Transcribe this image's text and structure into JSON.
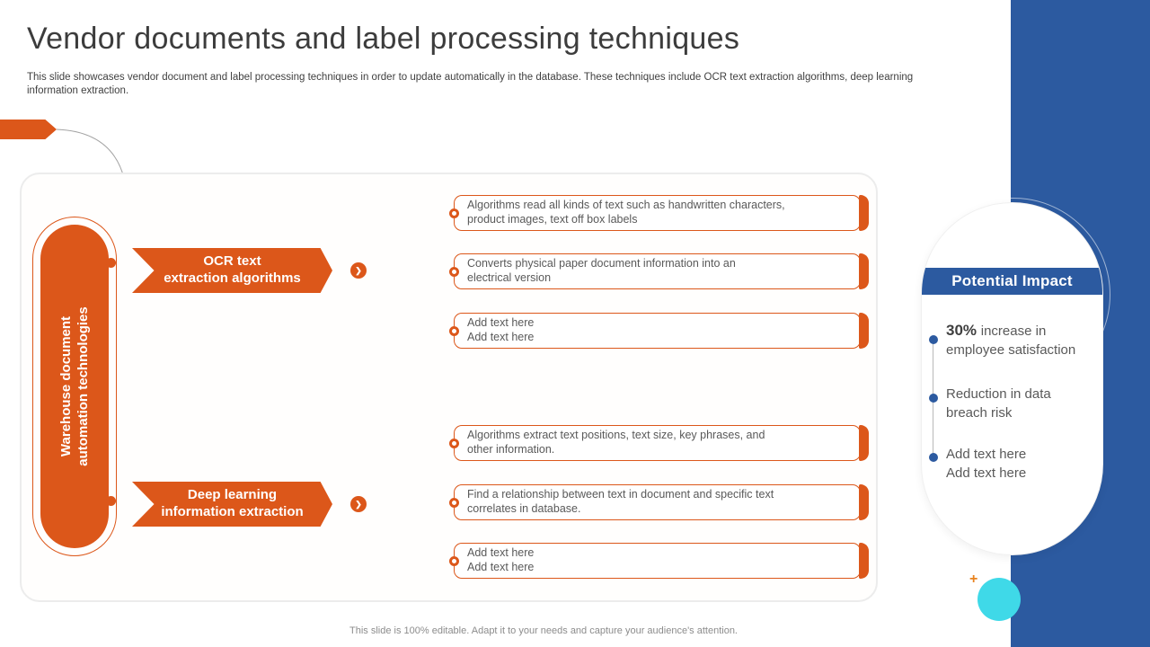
{
  "colors": {
    "orange": "#DC571A",
    "blue": "#2C5AA0",
    "cyan": "#3FD9E8"
  },
  "header": {
    "title": "Vendor documents and label processing techniques",
    "subtitle": "This slide showcases vendor document and label processing techniques in order to update automatically in the database. These techniques include OCR text extraction algorithms, deep learning\ninformation extraction."
  },
  "diagram": {
    "side_label": "Warehouse document\nautomation technologies",
    "groups": [
      {
        "label": "OCR text\nextraction algorithms",
        "boxes": [
          "Algorithms read all kinds of text such as handwritten characters,\nproduct images, text off box labels",
          "Converts physical paper document information into an\nelectrical version",
          "Add text here\nAdd text here"
        ]
      },
      {
        "label": "Deep learning\ninformation extraction",
        "boxes": [
          "Algorithms extract text positions, text size, key phrases, and\nother information.",
          "Find a relationship between text in document and specific text\ncorrelates in database.",
          "Add text here\nAdd text here"
        ]
      }
    ]
  },
  "impact": {
    "title": "Potential Impact",
    "items": [
      {
        "highlight": "30% ",
        "text": "increase in\nemployee satisfaction"
      },
      {
        "highlight": "",
        "text": "Reduction in data\nbreach risk"
      },
      {
        "highlight": "",
        "text": "Add text here\nAdd text here"
      }
    ]
  },
  "footer": "This slide is 100% editable. Adapt it to your needs and capture your audience's attention.",
  "icons": {
    "chevron_circle": "❯",
    "plus": "+"
  }
}
